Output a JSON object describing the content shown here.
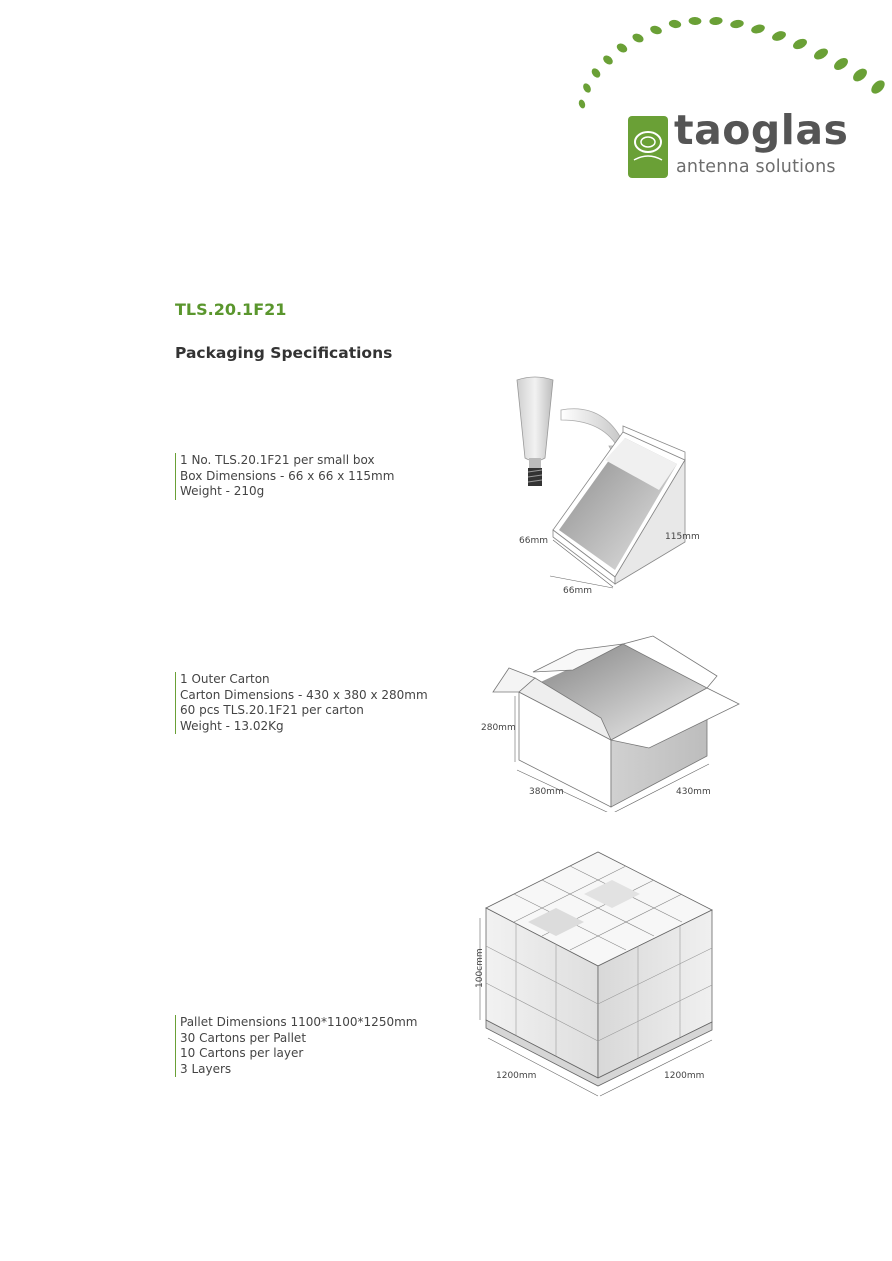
{
  "header": {
    "brand_name": "taoglas",
    "brand_tagline": "antenna solutions",
    "brand_color": "#5a962d"
  },
  "product": {
    "model": "TLS.20.1F21",
    "section_title": "Packaging Specifications"
  },
  "packaging": {
    "small_box": {
      "lines": [
        "1 No. TLS.20.1F21 per small box",
        "Box Dimensions - 66 x 66 x 115mm",
        "Weight - 210g"
      ],
      "labels": {
        "width": "66mm",
        "depth": "66mm",
        "length": "115mm"
      }
    },
    "outer_carton": {
      "lines": [
        "1 Outer Carton",
        "Carton Dimensions - 430 x 380 x 280mm",
        "60 pcs TLS.20.1F21 per carton",
        "Weight - 13.02Kg"
      ],
      "labels": {
        "height": "280mm",
        "width": "380mm",
        "length": "430mm"
      }
    },
    "pallet": {
      "lines": [
        "Pallet Dimensions 1100*1100*1250mm",
        "30 Cartons per Pallet",
        "10 Cartons per layer",
        "3 Layers"
      ],
      "labels": {
        "height": "100cmm",
        "width": "1200mm",
        "length": "1200mm"
      }
    }
  },
  "colors": {
    "accent": "#5a962d",
    "text": "#333333"
  }
}
